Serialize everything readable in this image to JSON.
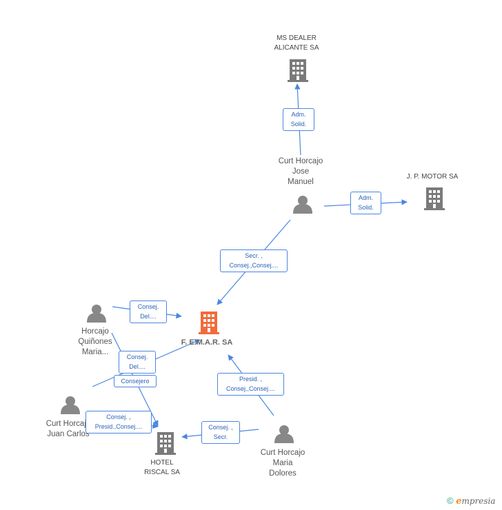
{
  "colors": {
    "edge": "#4a86e0",
    "person": "#888888",
    "company": "#7a7a7a",
    "main_company": "#f26b3a"
  },
  "nodes": {
    "ms_dealer": {
      "label_lines": [
        "MS DEALER",
        "ALICANTE SA"
      ],
      "icon": "building-icon"
    },
    "jp_motor": {
      "label_lines": [
        "J. P. MOTOR SA"
      ],
      "icon": "building-icon"
    },
    "curt_jose": {
      "label_lines": [
        "Curt Horcajo",
        "Jose",
        "Manuel"
      ],
      "icon": "person-icon"
    },
    "femar": {
      "label_lines": [
        "F. E.M.A.R. SA"
      ],
      "icon": "building-icon"
    },
    "horcajo_maria": {
      "label_lines": [
        "Horcajo",
        "Quiñones",
        "Maria..."
      ],
      "icon": "person-icon"
    },
    "curt_juan": {
      "label_lines": [
        "Curt Horcajo",
        "Juan Carlos"
      ],
      "icon": "person-icon"
    },
    "hotel_riscal": {
      "label_lines": [
        "HOTEL",
        "RISCAL SA"
      ],
      "icon": "building-icon"
    },
    "curt_maria": {
      "label_lines": [
        "Curt Horcajo",
        "Maria",
        "Dolores"
      ],
      "icon": "person-icon"
    }
  },
  "edges": {
    "e1": {
      "lines": [
        "Adm.",
        "Solid."
      ]
    },
    "e2": {
      "lines": [
        "Adm.",
        "Solid."
      ]
    },
    "e3": {
      "lines": [
        "Secr. ,",
        "Consej.,Consej...."
      ]
    },
    "e4": {
      "lines": [
        "Consej.",
        "Del...."
      ]
    },
    "e5": {
      "lines": [
        "Consej.",
        "Del...."
      ]
    },
    "e6": {
      "lines": [
        "Consejero"
      ]
    },
    "e7": {
      "lines": [
        "Consej. ,",
        "Presid.,Consej...."
      ]
    },
    "e8": {
      "lines": [
        "Presid. ,",
        "Consej.,Consej...."
      ]
    },
    "e9": {
      "lines": [
        "Consej. ,",
        "Secr."
      ]
    }
  },
  "footer": {
    "copyright": "©",
    "brand_first": "e",
    "brand_rest": "mpresia"
  }
}
